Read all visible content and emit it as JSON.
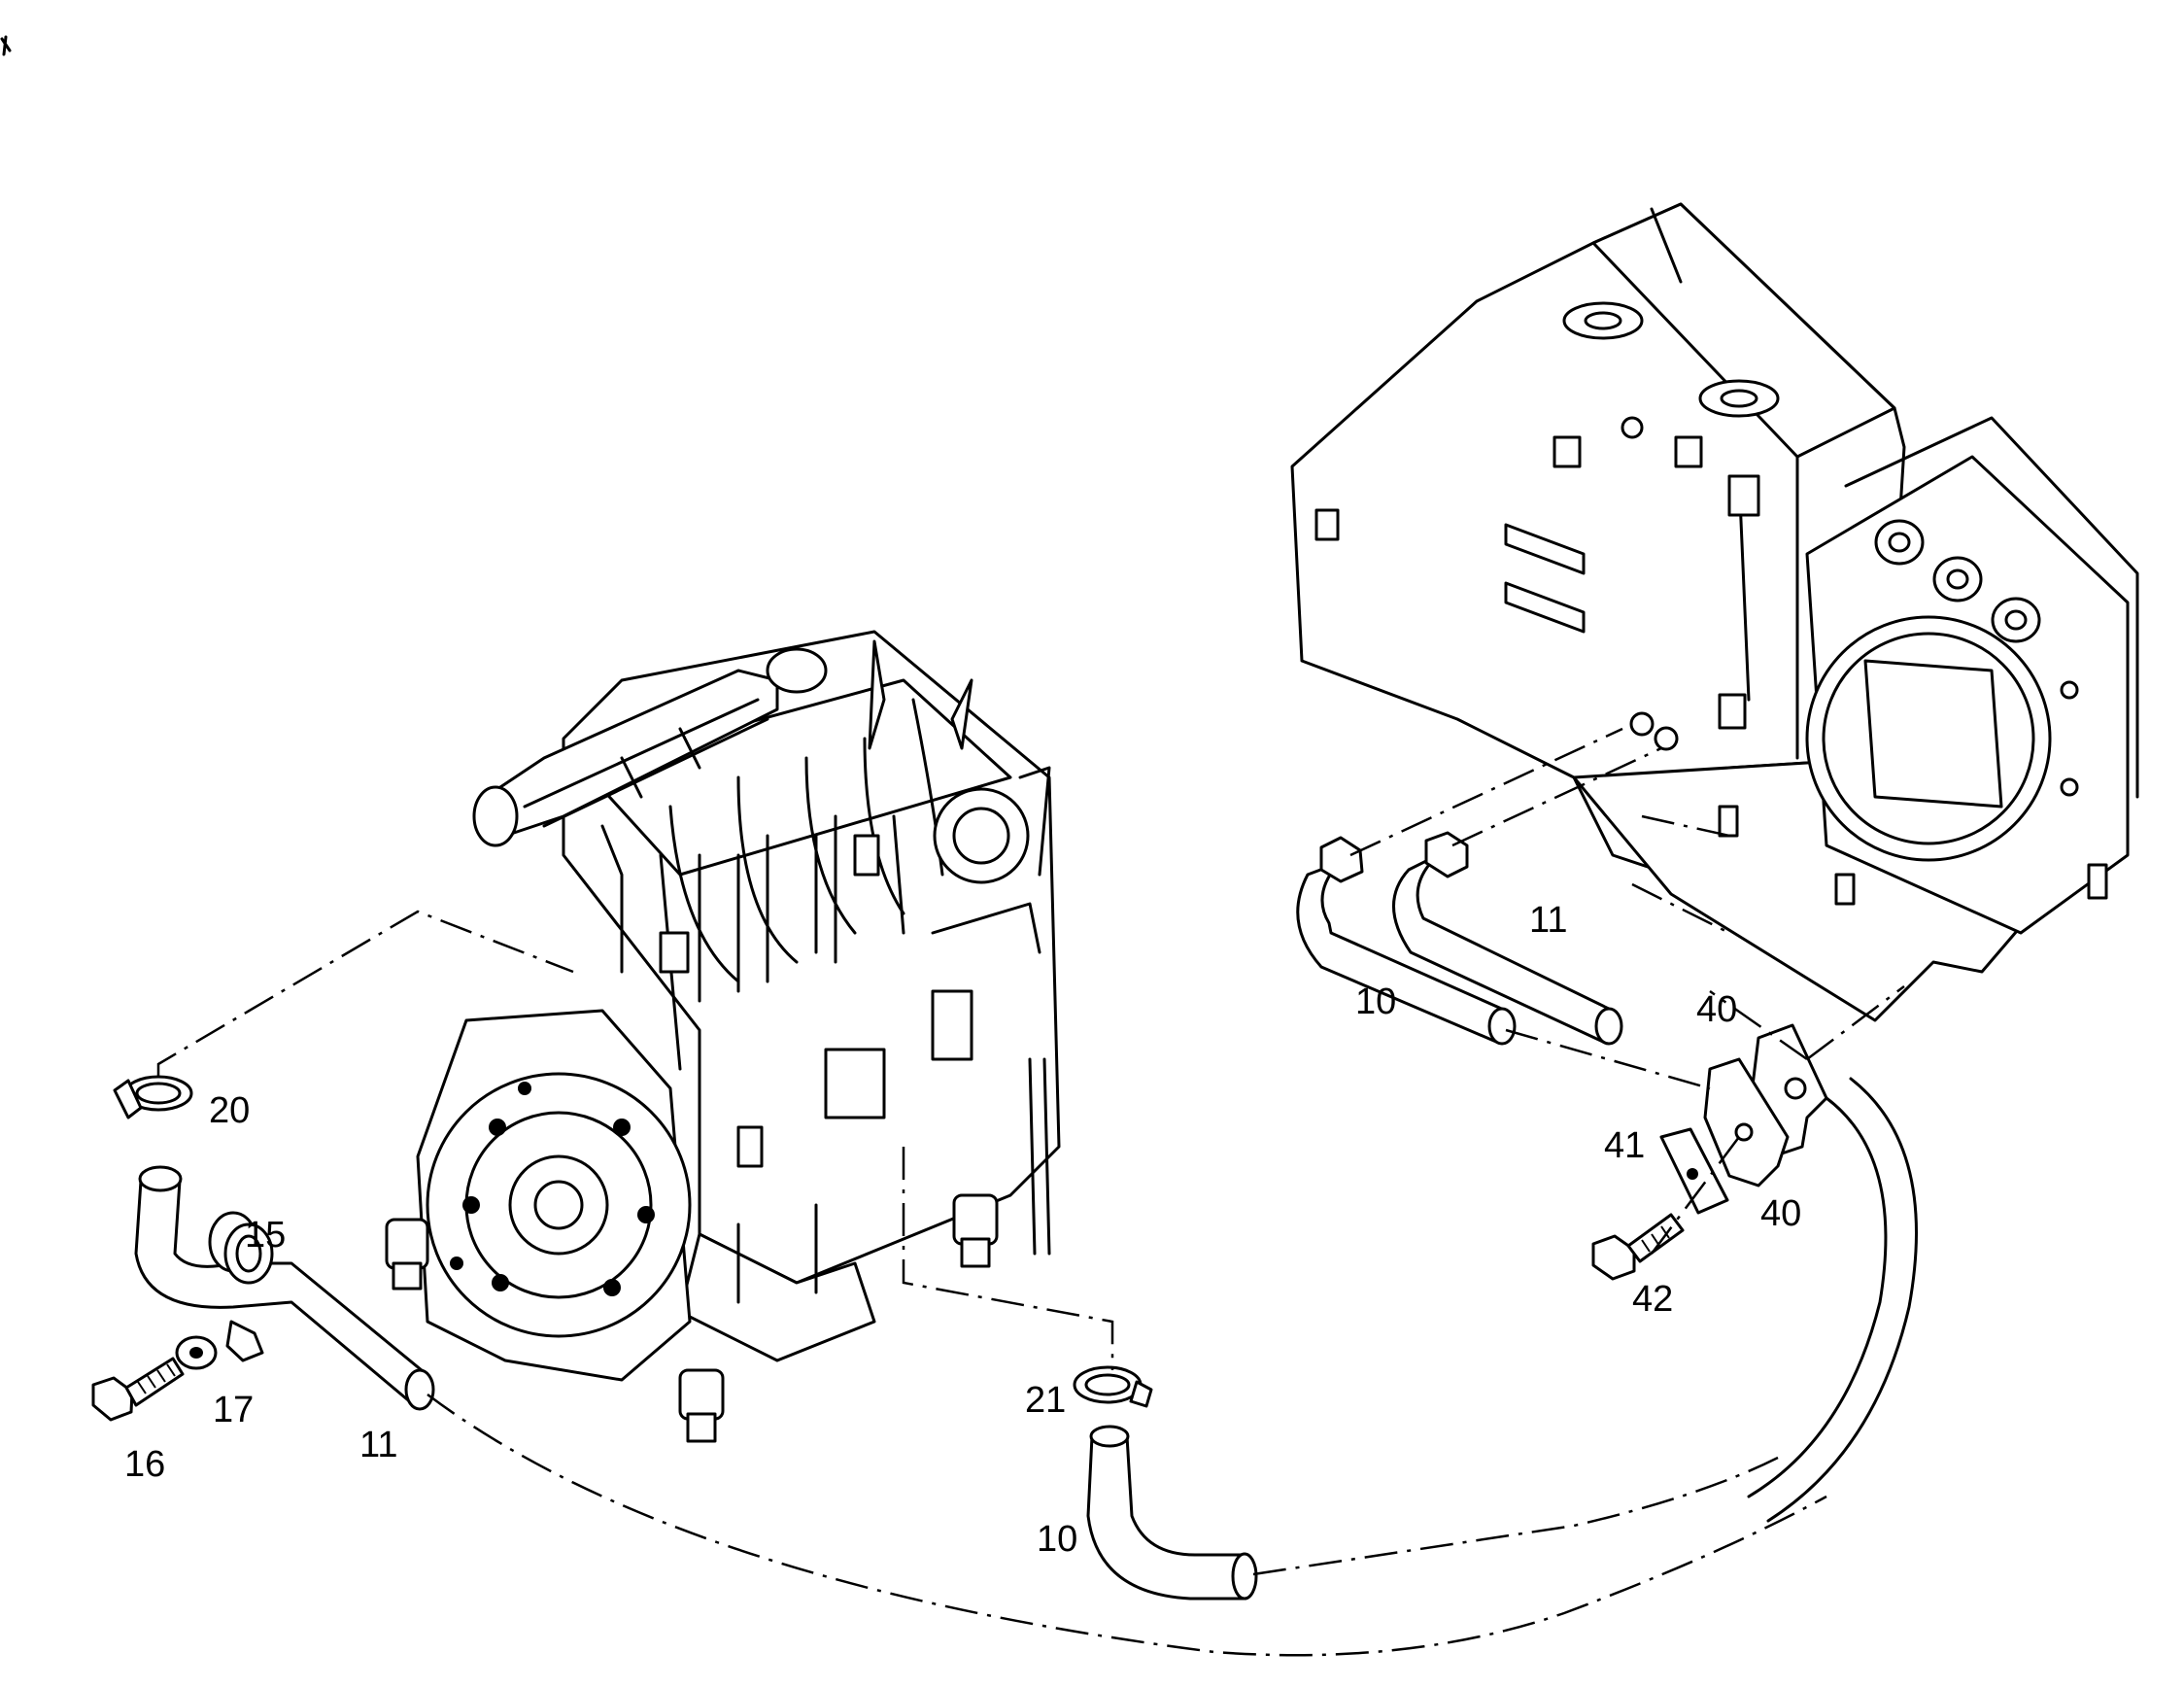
{
  "diagram": {
    "callouts": [
      {
        "id": "c20",
        "text": "20"
      },
      {
        "id": "c15",
        "text": "15"
      },
      {
        "id": "c17",
        "text": "17"
      },
      {
        "id": "c16",
        "text": "16"
      },
      {
        "id": "c11a",
        "text": "11"
      },
      {
        "id": "c21",
        "text": "21"
      },
      {
        "id": "c10a",
        "text": "10"
      },
      {
        "id": "c10b",
        "text": "10"
      },
      {
        "id": "c11b",
        "text": "11"
      },
      {
        "id": "c40a",
        "text": "40"
      },
      {
        "id": "c41",
        "text": "41"
      },
      {
        "id": "c40b",
        "text": "40"
      },
      {
        "id": "c42",
        "text": "42"
      }
    ]
  }
}
